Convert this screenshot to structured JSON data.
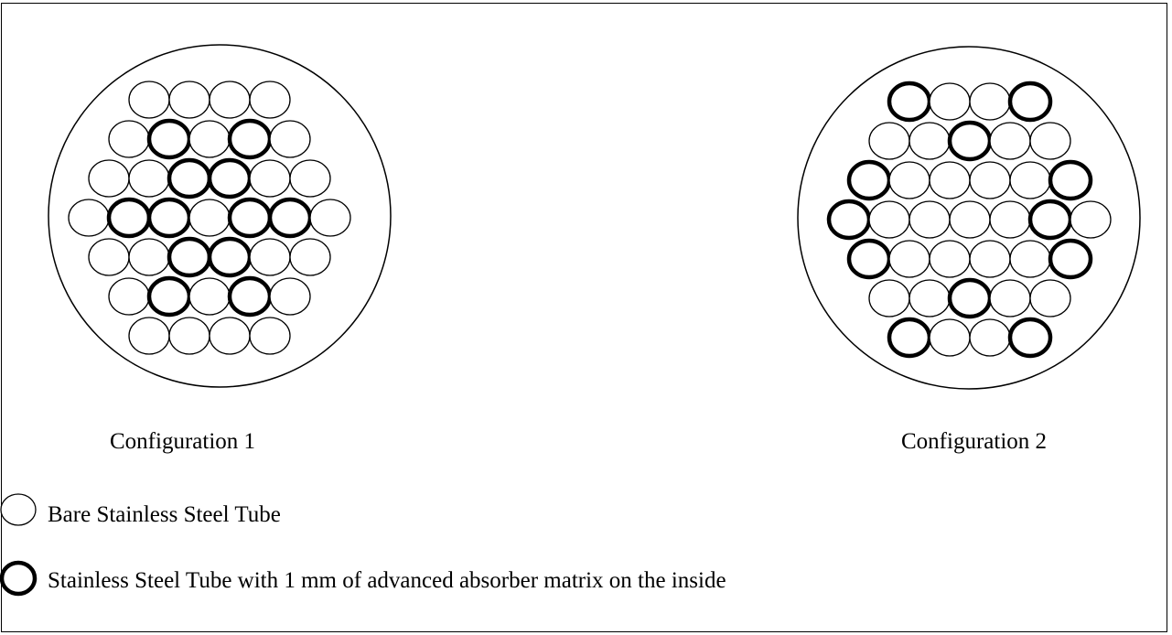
{
  "configurations": [
    {
      "label": "Configuration 1",
      "rows": [
        "0000",
        "01010",
        "001100",
        "0110110",
        "001100",
        "01010",
        "0000"
      ]
    },
    {
      "label": "Configuration 2",
      "rows": [
        "1001",
        "00100",
        "100001",
        "1000010",
        "100001",
        "00100",
        "1001"
      ]
    }
  ],
  "legend": {
    "bare_label": "Bare Stainless Steel Tube",
    "absorber_label": "Stainless Steel Tube with 1 mm of advanced absorber matrix on the inside"
  },
  "colors": {
    "stroke": "#000000",
    "background": "#ffffff"
  }
}
